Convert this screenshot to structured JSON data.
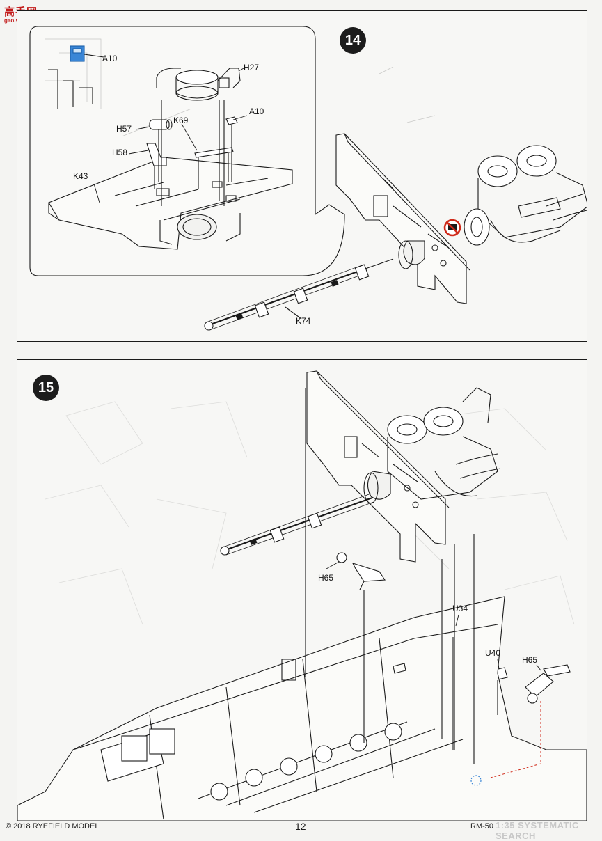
{
  "watermark": {
    "logo_text": "高手网",
    "url": "gao.shou.com"
  },
  "steps": {
    "step14": {
      "number": "14",
      "labels": {
        "a10_top": "A10",
        "h27": "H27",
        "a10_mid": "A10",
        "h57": "H57",
        "k69": "K69",
        "h58": "H58",
        "k43": "K43",
        "k74": "K74"
      },
      "prohibit_icon": "no-glue-icon"
    },
    "step15": {
      "number": "15",
      "labels": {
        "h65_left": "H65",
        "u34": "U34",
        "u40": "U40",
        "h65_right": "H65"
      }
    }
  },
  "footer": {
    "copyright": "© 2018 RYEFIELD MODEL",
    "page_number": "12",
    "code": "RM-50",
    "brand_overlay": "1:35 SYSTEMATIC SEARCH"
  },
  "colors": {
    "badge": "#1c1c1c",
    "line": "#1a1a1a",
    "accent_blue": "#3a86d6",
    "prohibit_red": "#d02a1a",
    "assembly_red": "#d02a1a"
  }
}
